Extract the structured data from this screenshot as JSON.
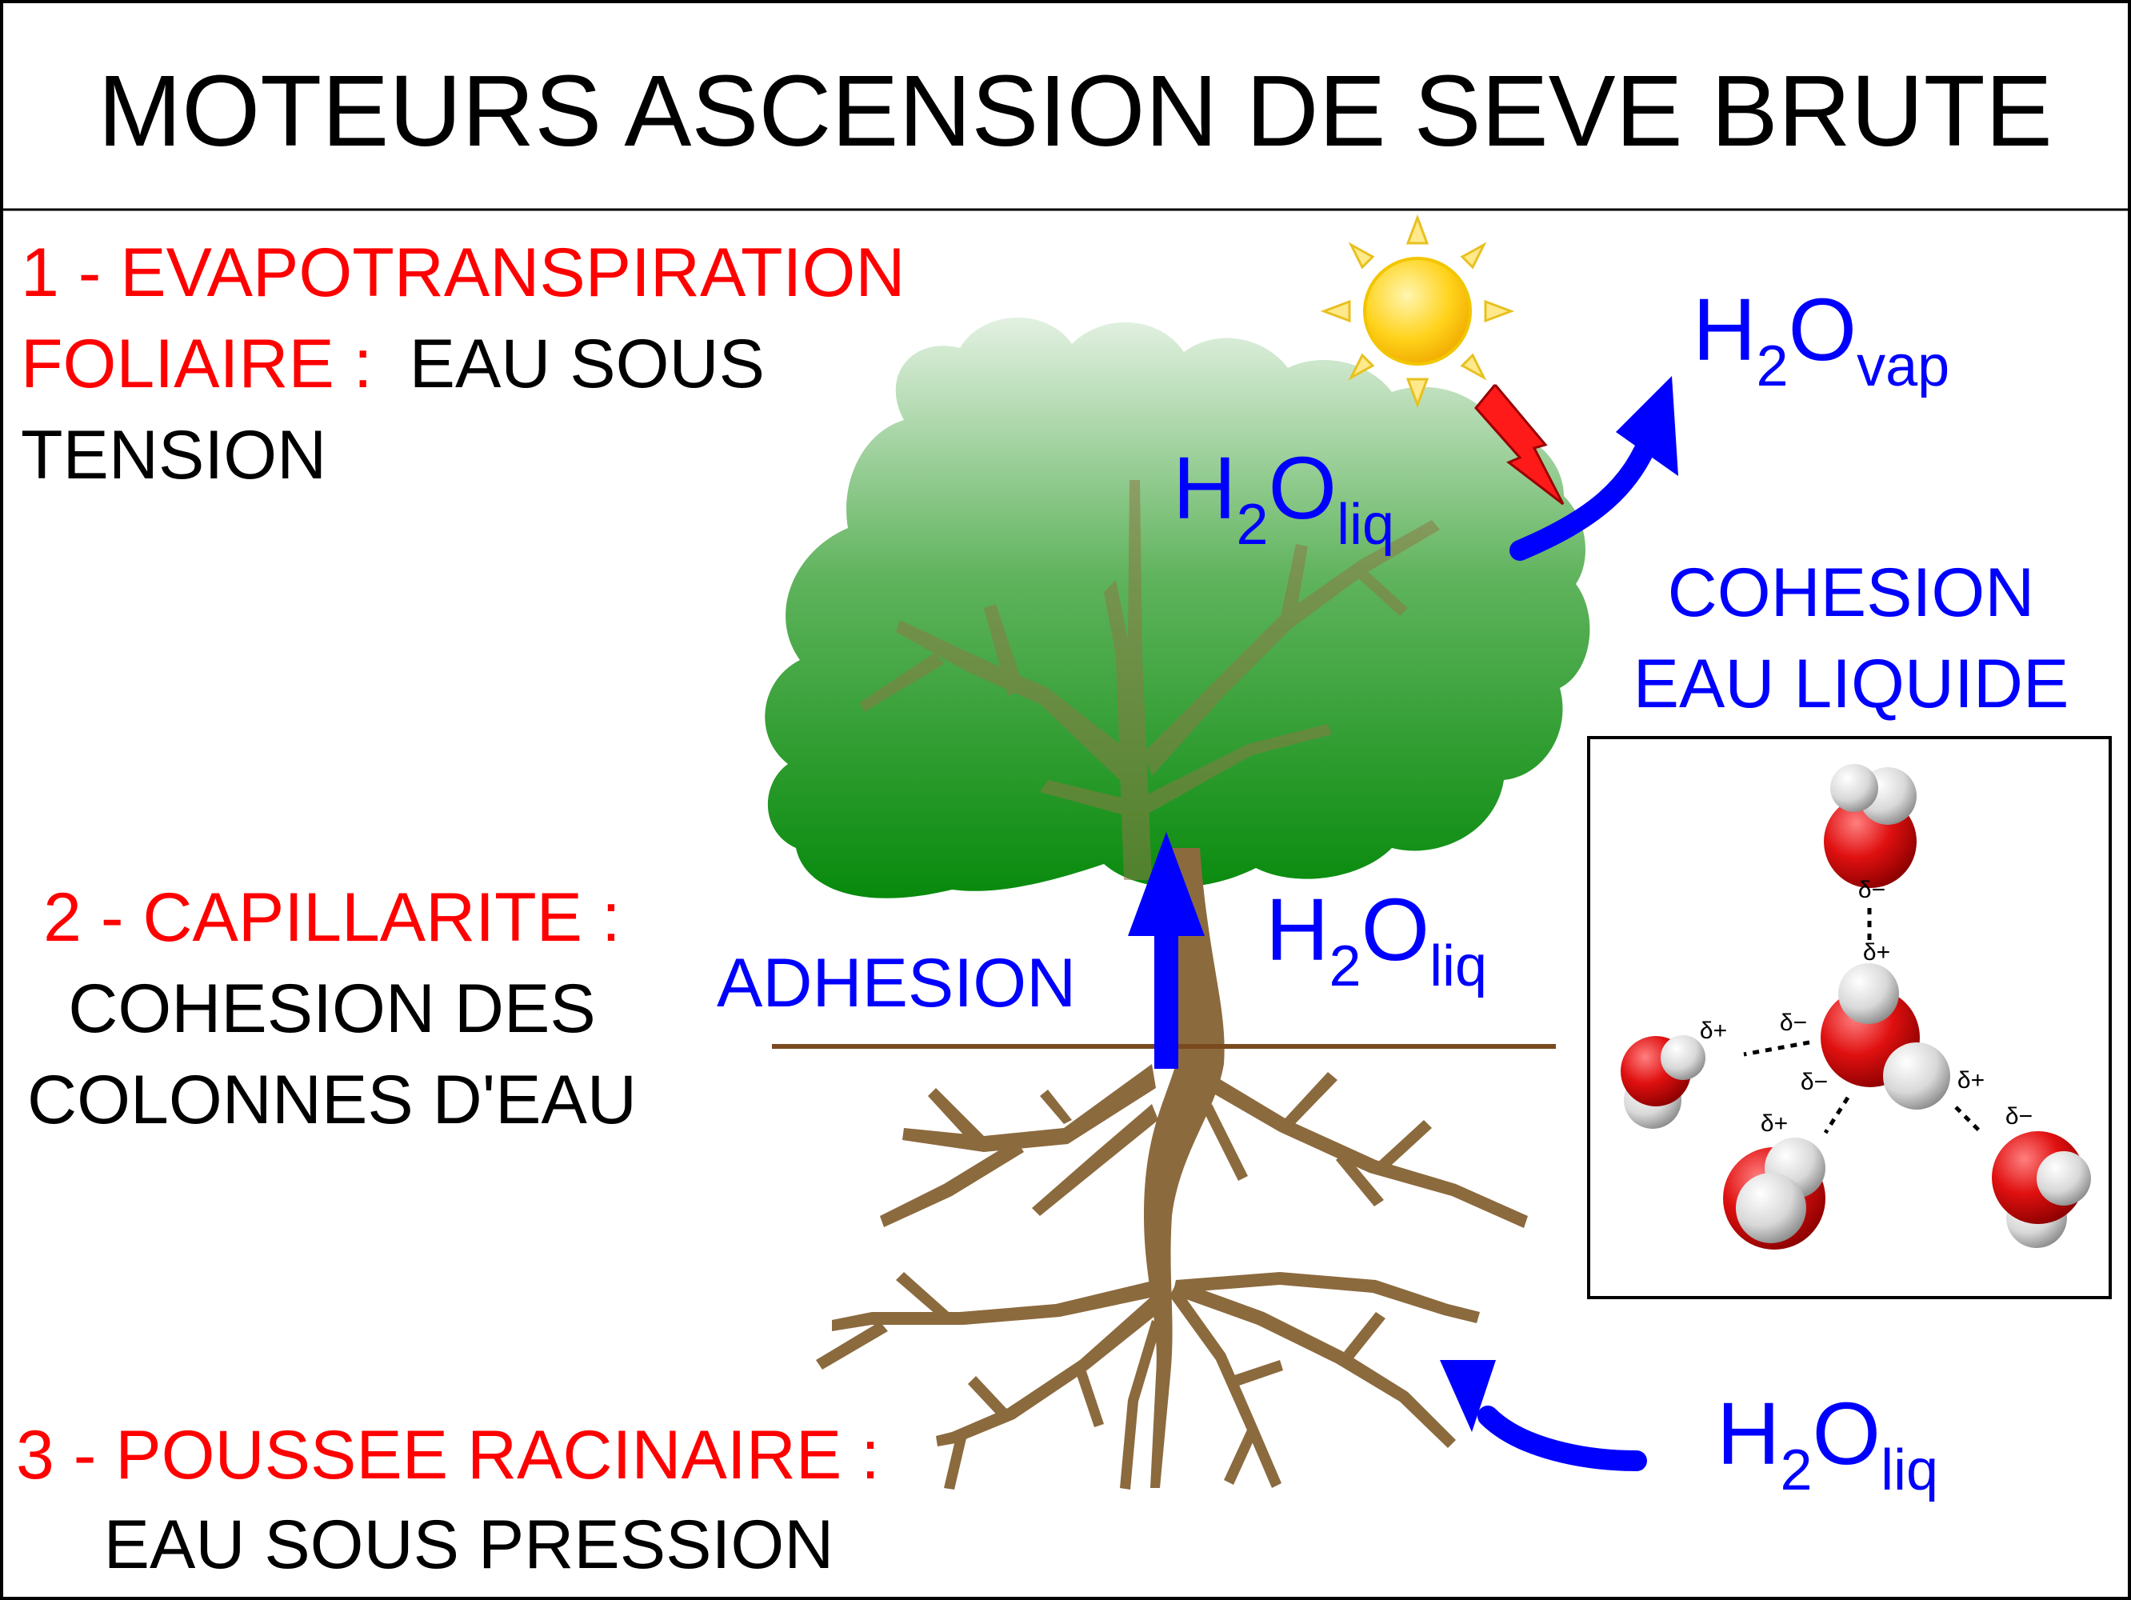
{
  "title": "MOTEURS ASCENSION DE SEVE BRUTE",
  "colors": {
    "red": "#ff0000",
    "blue": "#0000ff",
    "black": "#000000",
    "brown": "#8b6a3e",
    "soil_line": "#7a4a1e",
    "foliage_top": "#d8ecd6",
    "foliage_bottom": "#0a8a10"
  },
  "section1": {
    "line1_red": "1 - EVAPOTRANSPIRATION",
    "line2_red": "FOLIAIRE :",
    "line2_black": "EAU SOUS",
    "line3_black": "TENSION"
  },
  "section2": {
    "line1_red": "2 - CAPILLARITE :",
    "line2_black": "COHESION DES",
    "line3_black": "COLONNES D'EAU"
  },
  "section3": {
    "line1_red": "3 - POUSSEE RACINAIRE :",
    "line2_black": "EAU SOUS PRESSION"
  },
  "labels": {
    "adhesion": "ADHESION",
    "cohesion_line1": "COHESION",
    "cohesion_line2": "EAU LIQUIDE"
  },
  "formulas": {
    "vapor": {
      "base": "H",
      "sub_num": "2",
      "o": "O",
      "state": "vap"
    },
    "leaf_liquid": {
      "base": "H",
      "sub_num": "2",
      "o": "O",
      "state": "liq"
    },
    "trunk_liquid": {
      "base": "H",
      "sub_num": "2",
      "o": "O",
      "state": "liq"
    },
    "root_liquid": {
      "base": "H",
      "sub_num": "2",
      "o": "O",
      "state": "liq"
    }
  },
  "molecule_charges": {
    "top_minus": "δ−",
    "center_plus": "δ+",
    "left_plus": "δ+",
    "left_minus": "δ−",
    "bottom_minus": "δ−",
    "bottom_plus": "δ+",
    "right_plus": "δ+",
    "right_minus": "δ−"
  },
  "icons": [
    "sun-icon",
    "lightning-icon",
    "water-molecule-icon",
    "tree-icon",
    "arrow-icon"
  ]
}
